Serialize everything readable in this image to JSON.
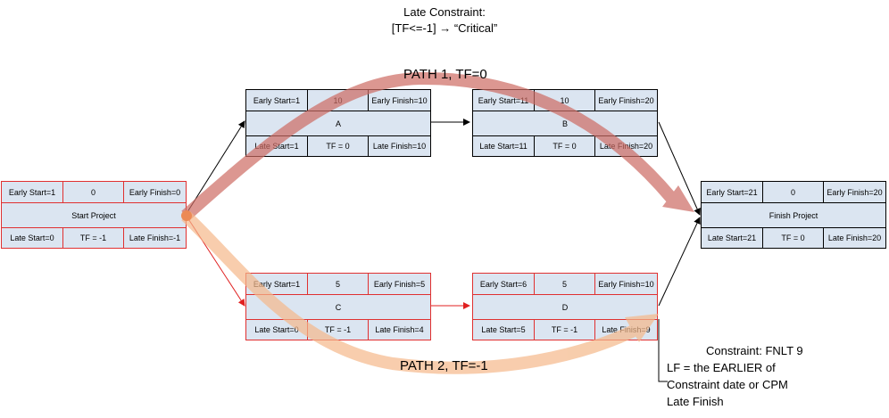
{
  "title": {
    "line1": "Late Constraint:",
    "line2": "[TF<=-1] → “Critical”"
  },
  "paths": {
    "path1": "PATH 1, TF=0",
    "path2": "PATH 2, TF=-1"
  },
  "nodes": {
    "start": {
      "es": "Early Start=1",
      "dur": "0",
      "ef": "Early Finish=0",
      "name": "Start Project",
      "ls": "Late Start=0",
      "tf": "TF = -1",
      "lf": "Late Finish=-1"
    },
    "a": {
      "es": "Early Start=1",
      "dur": "10",
      "ef": "Early Finish=10",
      "name": "A",
      "ls": "Late Start=1",
      "tf": "TF = 0",
      "lf": "Late Finish=10"
    },
    "b": {
      "es": "Early Start=11",
      "dur": "10",
      "ef": "Early Finish=20",
      "name": "B",
      "ls": "Late Start=11",
      "tf": "TF = 0",
      "lf": "Late Finish=20"
    },
    "c": {
      "es": "Early Start=1",
      "dur": "5",
      "ef": "Early Finish=5",
      "name": "C",
      "ls": "Late Start=0",
      "tf": "TF = -1",
      "lf": "Late Finish=4"
    },
    "d": {
      "es": "Early Start=6",
      "dur": "5",
      "ef": "Early Finish=10",
      "name": "D",
      "ls": "Late Start=5",
      "tf": "TF = -1",
      "lf": "Late Finish=9"
    },
    "finish": {
      "es": "Early Start=21",
      "dur": "0",
      "ef": "Early Finish=20",
      "name": "Finish Project",
      "ls": "Late Start=21",
      "tf": "TF = 0",
      "lf": "Late Finish=20"
    }
  },
  "constraint_note": {
    "line1": "Constraint: FNLT 9",
    "line2": "LF = the EARLIER of",
    "line3": "Constraint date or CPM",
    "line4": "Late Finish"
  },
  "colors": {
    "node_fill": "#dbe5f1",
    "critical_border": "#e03030",
    "path1_arrow": "#cd6b63",
    "path2_arrow": "#f5b88a"
  }
}
